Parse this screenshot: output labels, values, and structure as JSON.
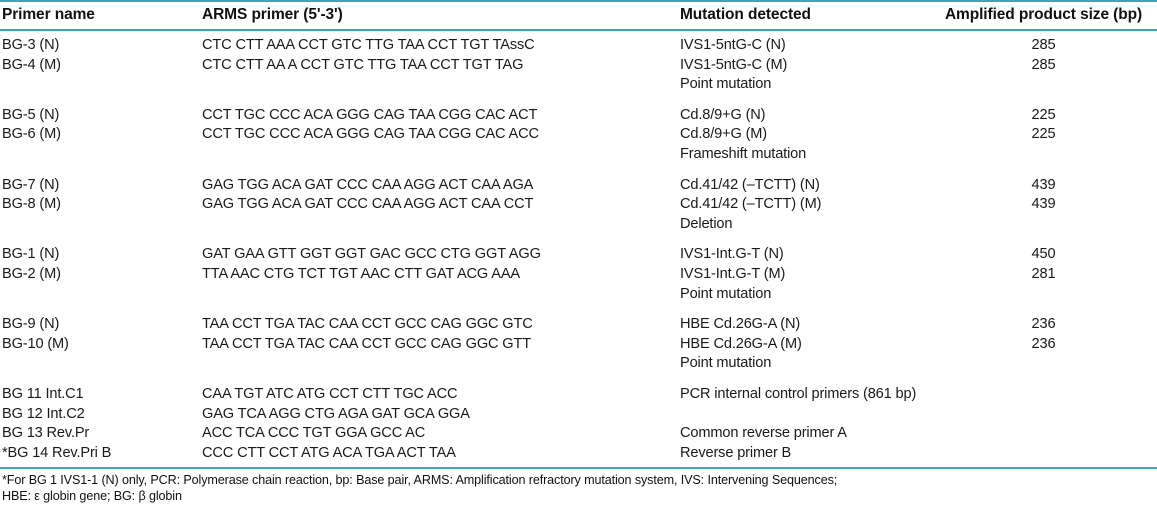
{
  "table": {
    "columns": [
      "Primer name",
      "ARMS primer (5'-3')",
      "Mutation detected",
      "Amplified product size (bp)"
    ],
    "accent_color": "#3aa6b0",
    "groups": [
      {
        "rows": [
          {
            "name": "BG-3 (N)",
            "sequence": "CTC CTT AAA CCT GTC TTG TAA CCT TGT TAssC",
            "mutation": "IVS1-5ntG-C (N)",
            "size": "285"
          },
          {
            "name": "BG-4 (M)",
            "sequence": "CTC CTT AA A CCT GTC TTG TAA CCT TGT TAG",
            "mutation": "IVS1-5ntG-C (M)",
            "size": "285"
          },
          {
            "name": "",
            "sequence": "",
            "mutation": "Point mutation",
            "size": ""
          }
        ]
      },
      {
        "rows": [
          {
            "name": "BG-5 (N)",
            "sequence": "CCT TGC CCC ACA GGG CAG TAA CGG CAC ACT",
            "mutation": "Cd.8/9+G (N)",
            "size": "225"
          },
          {
            "name": "BG-6 (M)",
            "sequence": "CCT TGC CCC ACA GGG CAG TAA CGG CAC ACC",
            "mutation": "Cd.8/9+G (M)",
            "size": "225"
          },
          {
            "name": "",
            "sequence": "",
            "mutation": "Frameshift mutation",
            "size": ""
          }
        ]
      },
      {
        "rows": [
          {
            "name": "BG-7 (N)",
            "sequence": "GAG TGG ACA GAT CCC CAA AGG ACT CAA AGA",
            "mutation": "Cd.41/42 (–TCTT) (N)",
            "size": "439"
          },
          {
            "name": "BG-8 (M)",
            "sequence": "GAG TGG ACA GAT CCC CAA AGG ACT CAA CCT",
            "mutation": "Cd.41/42 (–TCTT) (M)",
            "size": "439"
          },
          {
            "name": "",
            "sequence": "",
            "mutation": "Deletion",
            "size": ""
          }
        ]
      },
      {
        "rows": [
          {
            "name": "BG-1 (N)",
            "sequence": "GAT GAA GTT GGT GGT GAC GCC CTG GGT AGG",
            "mutation": "IVS1-Int.G-T (N)",
            "size": "450"
          },
          {
            "name": "BG-2 (M)",
            "sequence": "TTA AAC CTG TCT TGT AAC CTT GAT ACG AAA",
            "mutation": "IVS1-Int.G-T (M)",
            "size": "281"
          },
          {
            "name": "",
            "sequence": "",
            "mutation": "Point mutation",
            "size": ""
          }
        ]
      },
      {
        "rows": [
          {
            "name": "BG-9 (N)",
            "sequence": "TAA CCT TGA TAC CAA CCT GCC CAG GGC GTC",
            "mutation": "HBE Cd.26G-A (N)",
            "size": "236"
          },
          {
            "name": "BG-10 (M)",
            "sequence": "TAA CCT TGA TAC CAA CCT GCC CAG GGC GTT",
            "mutation": "HBE Cd.26G-A (M)",
            "size": "236"
          },
          {
            "name": "",
            "sequence": "",
            "mutation": "Point mutation",
            "size": ""
          }
        ]
      },
      {
        "rows": [
          {
            "name": "BG 11 Int.C1",
            "sequence": "CAA TGT ATC ATG CCT CTT TGC ACC",
            "mutation": "PCR internal control primers (861 bp)",
            "size": ""
          },
          {
            "name": "BG 12 Int.C2",
            "sequence": "GAG TCA AGG CTG AGA GAT GCA GGA",
            "mutation": "",
            "size": ""
          },
          {
            "name": "BG 13 Rev.Pr",
            "sequence": "ACC TCA CCC TGT GGA GCC AC",
            "mutation": "Common reverse primer A",
            "size": ""
          },
          {
            "name": "*BG 14 Rev.Pri B",
            "sequence": "CCC CTT CCT ATG ACA TGA ACT TAA",
            "mutation": "Reverse primer B",
            "size": ""
          }
        ]
      }
    ],
    "footnote_lines": [
      "*For BG 1 IVS1-1 (N) only, PCR: Polymerase chain reaction, bp: Base pair, ARMS: Amplification refractory mutation system, IVS: Intervening  Sequences;",
      "HBE: ε globin gene; BG: β globin"
    ]
  }
}
